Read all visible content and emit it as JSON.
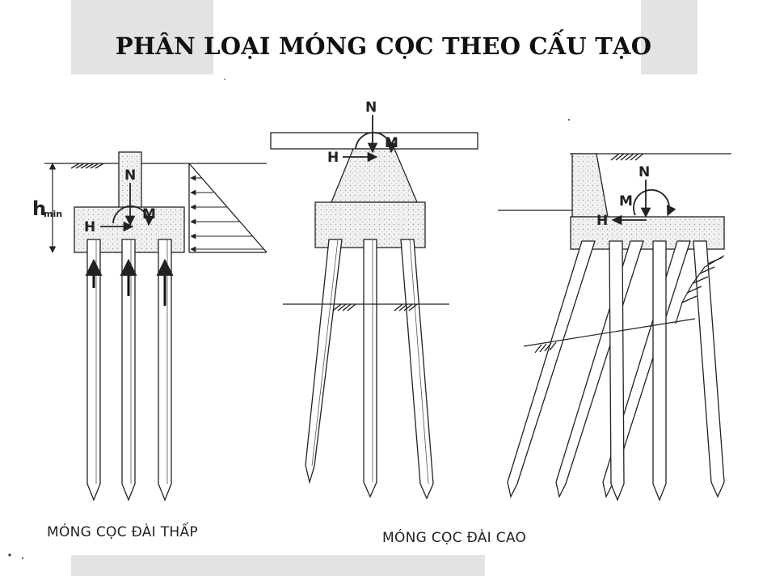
{
  "title": "PHÂN LOẠI MÓNG CỌC THEO CẤU TẠO",
  "captions": {
    "low_cap": "MÓNG CỌC ĐÀI THẤP",
    "high_cap": "MÓNG CỌC ĐÀI CAO"
  },
  "labels": {
    "N": "N",
    "M": "M",
    "H": "H",
    "h": "h",
    "min": "min"
  },
  "colors": {
    "ink": "#222222",
    "concrete": "#ececec",
    "deco": "#e3e3e1"
  }
}
